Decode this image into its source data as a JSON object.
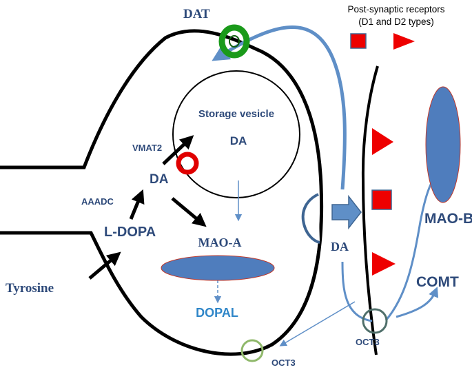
{
  "labels": {
    "dat": "DAT",
    "post_receptors_line1": "Post-synaptic receptors",
    "post_receptors_line2": "(D1 and D2 types)",
    "storage_vesicle": "Storage vesicle",
    "vesicle_da": "DA",
    "vmat2": "VMAT2",
    "cytosol_da": "DA",
    "aaadc": "AAADC",
    "l_dopa": "L-DOPA",
    "tyrosine": "Tyrosine",
    "mao_a": "MAO-A",
    "dopal": "DOPAL",
    "cleft_da": "DA",
    "mao_b": "MAO-B",
    "comt": "COMT",
    "oct3_post": "OCT3",
    "oct3_pre": "OCT3"
  },
  "colors": {
    "label_dark_blue": "#2e4a7a",
    "label_light_blue": "#2f86c8",
    "arrow_blue": "#5f8fc7",
    "enzyme_fill": "#4f7dbd",
    "dat_green": "#1a9a1a",
    "oct3_green": "#8fb86a",
    "vmat2_red": "#e00000",
    "receptor_red": "#ee0000",
    "membrane": "#000000"
  }
}
